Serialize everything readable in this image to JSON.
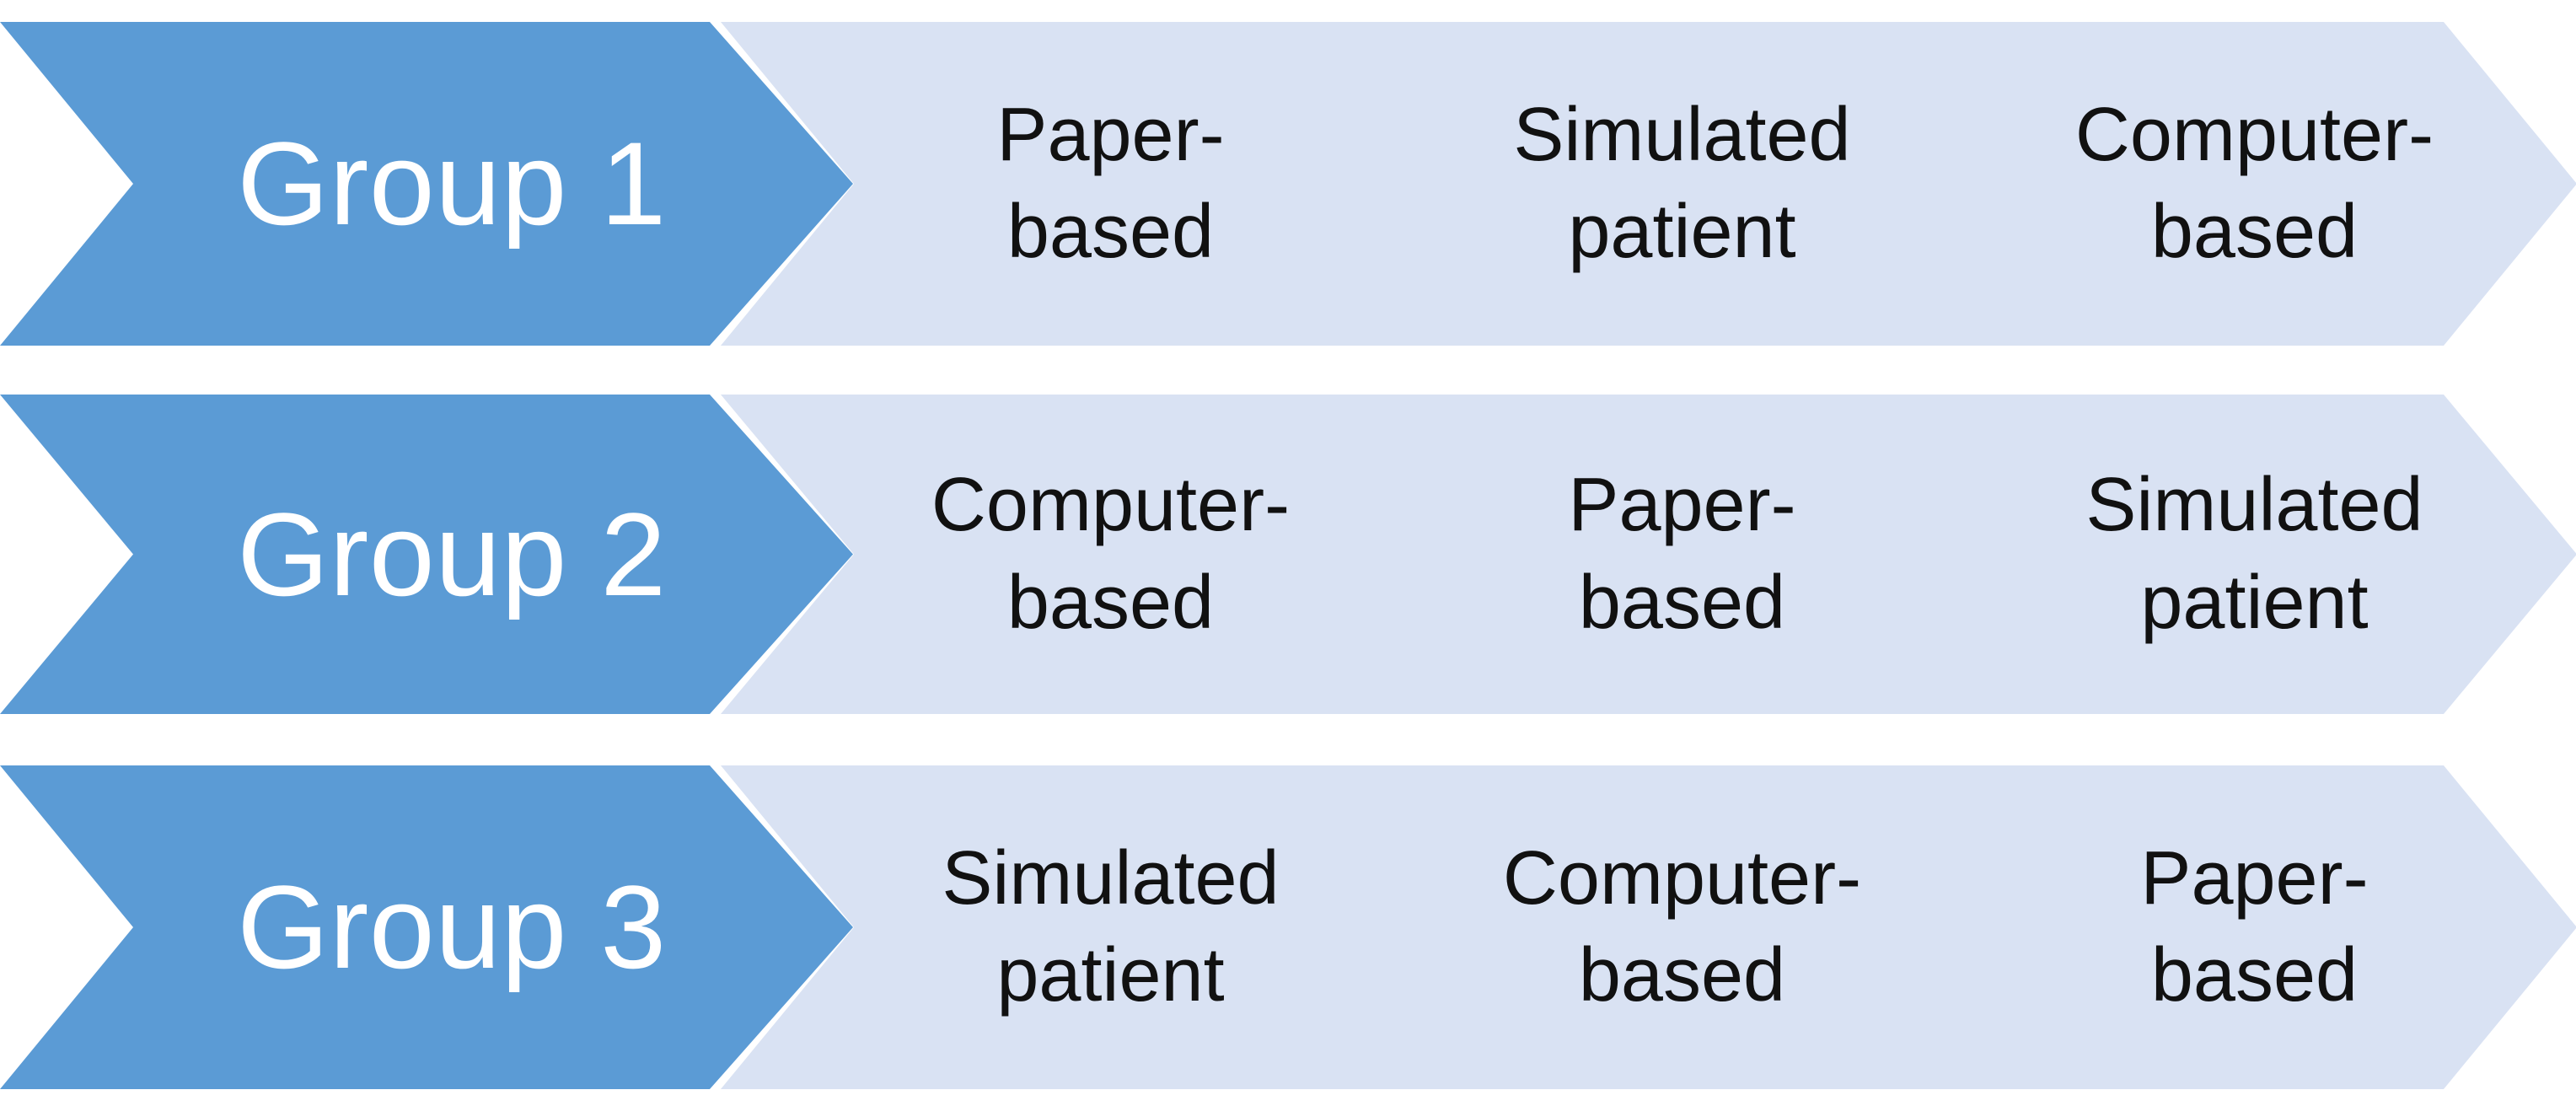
{
  "diagram": {
    "title": "Crossover study group sequence diagram",
    "colors": {
      "group_fill": "#5B9BD5",
      "group_text": "#FFFFFF",
      "step_fill": "#D9E2F3",
      "step_text": "#111111",
      "background": "#FFFFFF"
    },
    "rows": [
      {
        "group_label": "Group 1",
        "steps": [
          {
            "label": "Paper-\nbased"
          },
          {
            "label": "Simulated\npatient"
          },
          {
            "label": "Computer-\nbased"
          }
        ]
      },
      {
        "group_label": "Group 2",
        "steps": [
          {
            "label": "Computer-\nbased"
          },
          {
            "label": "Paper-\nbased"
          },
          {
            "label": "Simulated\npatient"
          }
        ]
      },
      {
        "group_label": "Group 3",
        "steps": [
          {
            "label": "Simulated\npatient"
          },
          {
            "label": "Computer-\nbased"
          },
          {
            "label": "Paper-\nbased"
          }
        ]
      }
    ]
  }
}
